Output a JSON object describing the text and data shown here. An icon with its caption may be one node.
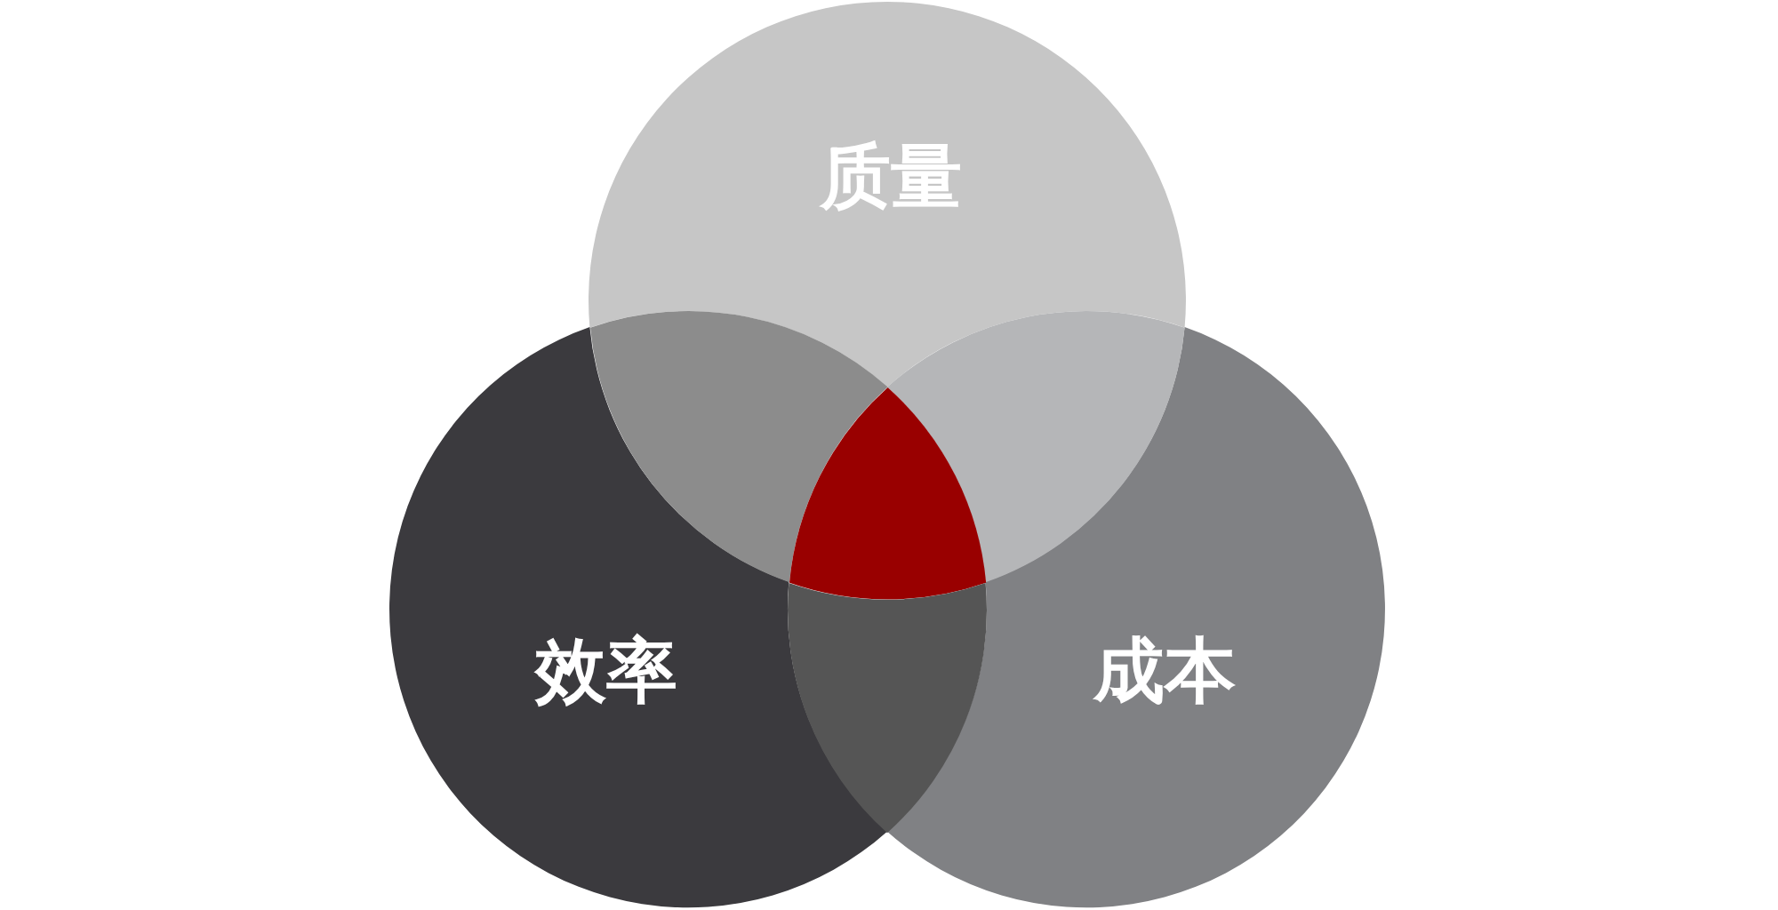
{
  "diagram": {
    "nodes": [
      {
        "text": [
          "质量"
        ]
      },
      {
        "text": [
          "效率"
        ]
      },
      {
        "text": [
          "成本"
        ]
      },
      {
        "text": [],
        "shape": "lens"
      },
      {
        "text": [],
        "shape": "lens"
      },
      {
        "text": [],
        "shape": "triangle"
      },
      {
        "text": [],
        "shape": "lens"
      }
    ]
  }
}
